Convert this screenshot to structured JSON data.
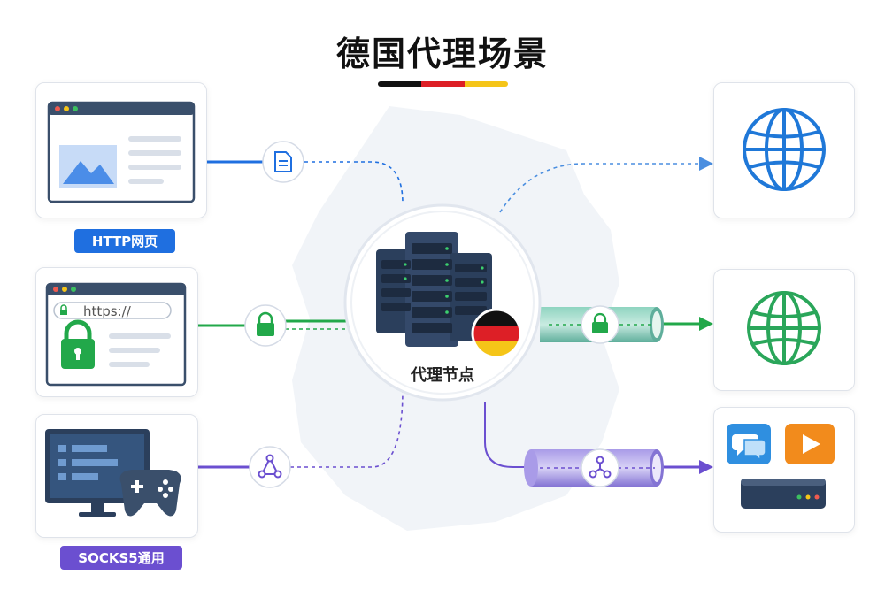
{
  "title": "德国代理场景",
  "flag_colors": {
    "black": "#111111",
    "red": "#dd1f26",
    "gold": "#f5c518"
  },
  "center_node": {
    "label": "代理节点",
    "flag": "germany-flag"
  },
  "protocols": [
    {
      "label": "HTTP网页",
      "color": "#1f6fe0",
      "icon": "document-icon"
    },
    {
      "label": "",
      "url_text": "https://",
      "color": "#22a84a",
      "icon": "lock-icon"
    },
    {
      "label": "SOCKS5通用",
      "color": "#6b4fd0",
      "icon": "share-nodes-icon"
    }
  ],
  "destinations": [
    {
      "icon": "globe-icon",
      "color": "#1f78d8"
    },
    {
      "icon": "globe-icon",
      "color": "#2aa65a"
    },
    {
      "icon": "apps-and-router-icon",
      "color": "#6b4fd0"
    }
  ]
}
